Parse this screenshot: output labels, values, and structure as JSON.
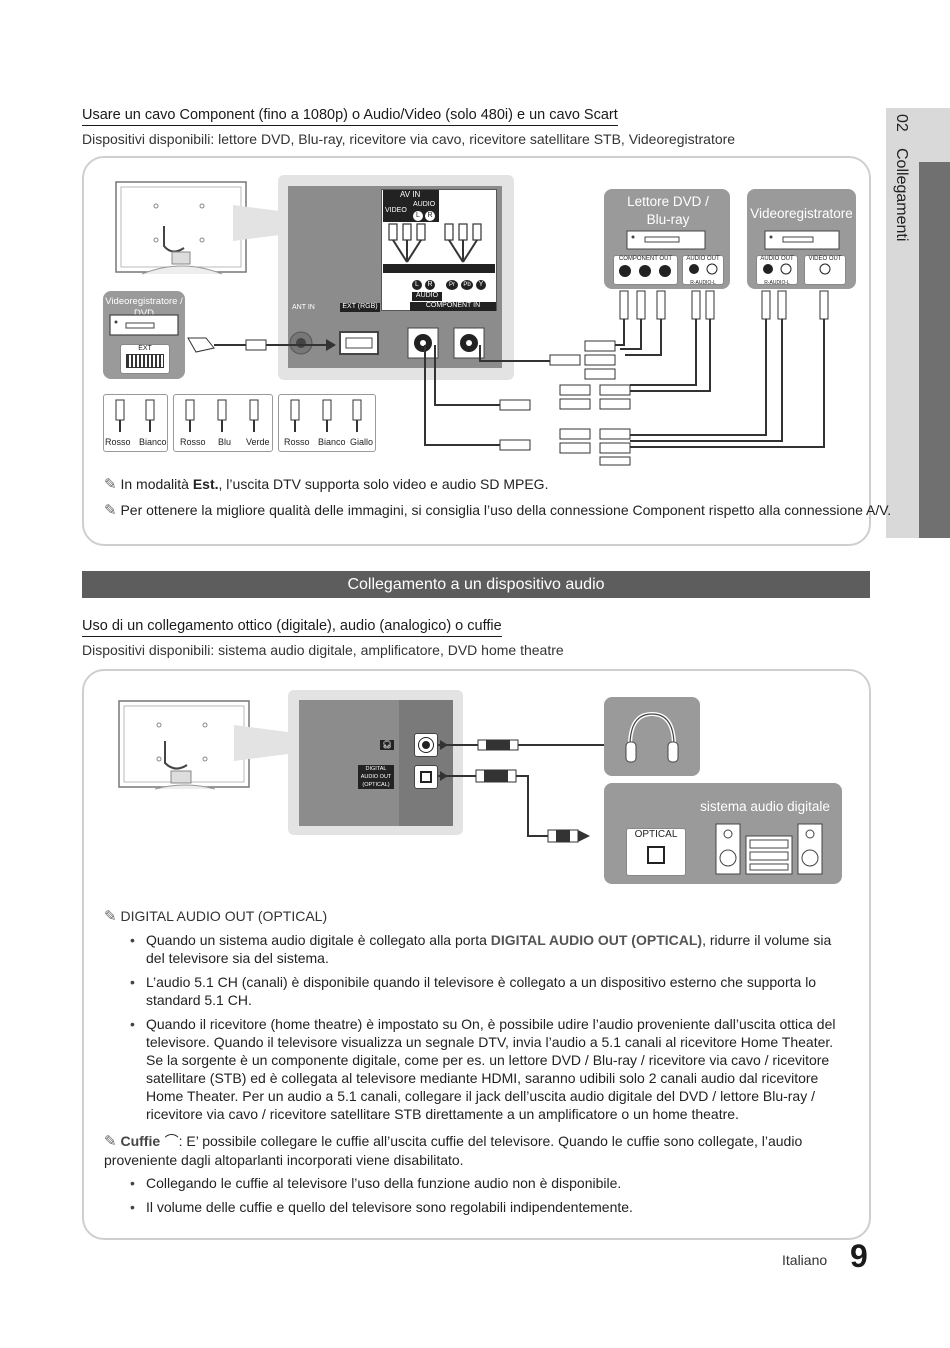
{
  "side_tab": {
    "number": "02",
    "label": "Collegamenti"
  },
  "section1": {
    "title": "Usare un cavo Component (fino a 1080p) o Audio/Video (solo 480i) e un cavo Scart",
    "devices": "Dispositivi disponibili: lettore DVD, Blu-ray, ricevitore via cavo, ricevitore satellitare STB, Videoregistratore",
    "diagram": {
      "av_in": "AV IN",
      "video": "VIDEO",
      "audio": "AUDIO",
      "l": "L",
      "r": "R",
      "pb": "Pb",
      "pr": "Pr",
      "y": "Y",
      "audio_lower": "AUDIO",
      "component_in": "COMPONENT IN",
      "ant_in": "ANT IN",
      "ext_rgb": "EXT (RGB)",
      "vcr_dvd": "Videoregistratore / DVD",
      "ext": "EXT",
      "player": "Lettore DVD / Blu-ray",
      "vcr": "Videoregistratore",
      "component_out": "COMPONENT OUT",
      "audio_out": "AUDIO OUT",
      "video_out": "VIDEO OUT",
      "r_audio_l": "R-AUDIO-L",
      "cable_groups": [
        {
          "labels": [
            "Rosso",
            "Bianco"
          ]
        },
        {
          "labels": [
            "Rosso",
            "Blu",
            "Verde"
          ]
        },
        {
          "labels": [
            "Rosso",
            "Bianco",
            "Giallo"
          ]
        }
      ]
    },
    "notes": [
      {
        "pre": "In modalità ",
        "bold": "Est.",
        "post": ", l’uscita DTV supporta solo video e audio SD MPEG."
      },
      {
        "text": "Per ottenere la migliore qualità delle immagini, si consiglia l’uso della connessione Component rispetto alla connessione A/V."
      }
    ]
  },
  "section_bar": "Collegamento a un dispositivo audio",
  "section2": {
    "title": "Uso di un collegamento ottico (digitale), audio (analogico) o cuffie",
    "devices": "Dispositivi disponibili: sistema audio digitale, amplificatore, DVD home theatre",
    "diagram": {
      "digital_audio_out": "DIGITAL AUDIO OUT (OPTICAL)",
      "digital": "DIGITAL",
      "audio_out": "AUDIO OUT",
      "optical_paren": "(OPTICAL)",
      "sistema": "sistema audio digitale",
      "optical": "OPTICAL"
    },
    "note_heading": "DIGITAL AUDIO OUT (OPTICAL)",
    "bullets": [
      {
        "pre": "Quando un sistema audio digitale è collegato alla porta ",
        "bold": "DIGITAL AUDIO OUT (OPTICAL)",
        "post": ", ridurre il volume sia del televisore sia del sistema."
      },
      {
        "text": "L’audio 5.1 CH (canali) è disponibile quando il televisore è collegato a un dispositivo esterno che supporta lo standard 5.1 CH."
      },
      {
        "text": "Quando il ricevitore (home theatre) è impostato su On, è possibile udire l’audio proveniente dall’uscita ottica del televisore. Quando il televisore visualizza un segnale DTV, invia l’audio a 5.1 canali al ricevitore Home Theater. Se la sorgente è un componente digitale, come per es. un lettore DVD / Blu-ray / ricevitore via cavo / ricevitore satellitare (STB) ed è collegata al televisore mediante HDMI, saranno udibili solo 2 canali audio dal ricevitore Home Theater. Per un audio a 5.1 canali, collegare il jack dell’uscita audio digitale del DVD / lettore Blu-ray / ricevitore via cavo / ricevitore satellitare STB direttamente a un amplificatore o un home theatre."
      }
    ],
    "cuffie": {
      "bold": "Cuffie",
      "text": ": E’ possibile collegare le cuffie all’uscita cuffie del televisore. Quando le cuffie sono collegate, l’audio proveniente dagli altoparlanti incorporati viene disabilitato."
    },
    "cuffie_bullets": [
      "Collegando le cuffie al televisore l’uso della funzione audio non è disponibile.",
      "Il volume delle cuffie e quello del televisore sono regolabili indipendentemente."
    ]
  },
  "footer": {
    "language": "Italiano",
    "page": "9"
  }
}
